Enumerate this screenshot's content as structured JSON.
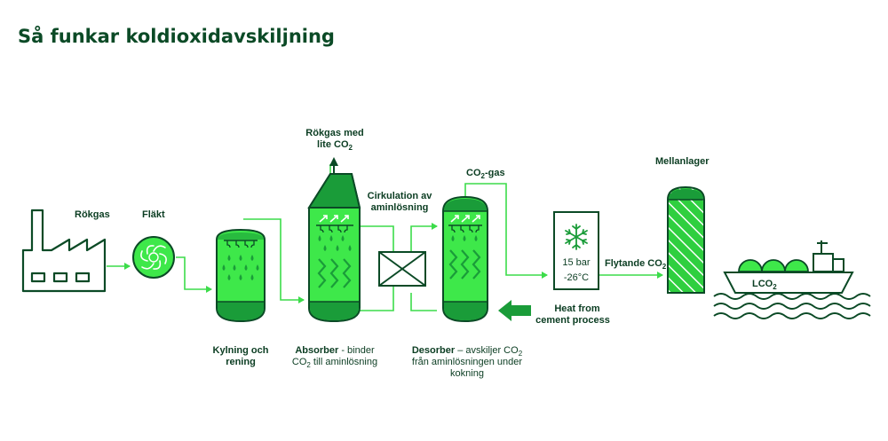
{
  "title": "Så funkar koldioxidavskiljning",
  "labels": {
    "flue_gas": "Rökgas",
    "fan": "Fläkt",
    "cooling_line1": "Kylning och",
    "cooling_line2": "rening",
    "low_co2_line1": "Rökgas med",
    "low_co2_line2": "lite CO",
    "absorber_name": "Absorber",
    "absorber_desc1": " - binder",
    "absorber_desc2a": "CO",
    "absorber_desc2b": " till aminlösning",
    "circulation_line1": "Cirkulation av",
    "circulation_line2": "aminlösning",
    "co2_gas_a": "CO",
    "co2_gas_b": "-gas",
    "desorber_name": "Desorber",
    "desorber_desc1": " – avskiljer CO",
    "desorber_desc2": "från aminlösningen under",
    "desorber_desc3": "kokning",
    "heat_line1": "Heat from",
    "heat_line2": "cement process",
    "pressure": "15 bar",
    "temperature": "-26°C",
    "liquid_co2_a": "Flytande CO",
    "intermediate_storage": "Mellanlager",
    "lco2": "LCO",
    "subscript_2": "2"
  },
  "colors": {
    "dark_green": "#0b4a26",
    "bright_green": "#3ee84a",
    "mid_green": "#1a9c39",
    "line_green": "#3cdc4a"
  },
  "icons": [
    "factory-icon",
    "fan-icon",
    "snowflake-icon",
    "ship-icon",
    "waves-icon",
    "heat-arrow-icon"
  ]
}
